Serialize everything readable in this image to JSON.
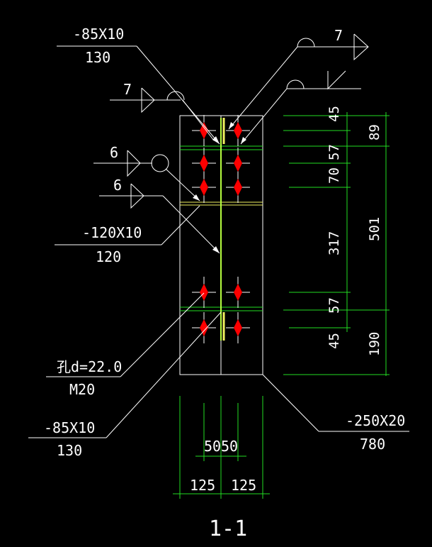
{
  "labels": {
    "plate_top_spec": "-85X10",
    "plate_top_len": "130",
    "weld_top_left": "7",
    "weld_top_right": "7",
    "weld_mid_a": "6",
    "weld_mid_b": "6",
    "plate_mid_spec": "-120X10",
    "plate_mid_len": "120",
    "hole_spec": "孔d=22.0",
    "bolt_spec": "M20",
    "plate_bot_spec": "-85X10",
    "plate_bot_len": "130",
    "plate_main_spec": "-250X20",
    "plate_main_len": "780",
    "section_title": "1-1"
  },
  "dimensions": {
    "right_inner": [
      "45",
      "57",
      "70",
      "317",
      "57",
      "45"
    ],
    "right_outer": [
      "89",
      "501",
      "190"
    ],
    "bottom_inner": [
      "50",
      "50"
    ],
    "bottom_outer": [
      "125",
      "125"
    ]
  },
  "colors": {
    "background": "#000000",
    "lines": "#ffffff",
    "dimension": "#22dd22",
    "bolt": "#ff0000",
    "weld": "#f0f060"
  }
}
